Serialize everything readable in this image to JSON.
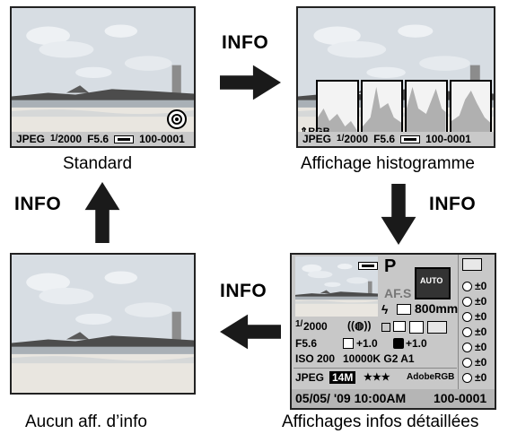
{
  "labels": {
    "info_top": "INFO",
    "info_right": "INFO",
    "info_bottom": "INFO",
    "info_left": "INFO"
  },
  "captions": {
    "standard": "Standard",
    "histogram": "Affichage histogramme",
    "no_info": "Aucun aff. d’info",
    "detailed": "Affichages infos détaillées"
  },
  "standard_bar": {
    "format": "JPEG",
    "shutter_num": "1/",
    "shutter_den": "2000",
    "aperture": "F5.6",
    "file": "100-0001"
  },
  "histogram_bar": {
    "format": "JPEG",
    "shutter_num": "1/",
    "shutter_den": "2000",
    "aperture": "F5.6",
    "file": "100-0001"
  },
  "histogram_mode": "RGB",
  "detail": {
    "mode": "P",
    "af": "AF.S",
    "auto": "AUTO",
    "focal": "800mm",
    "shutter_num": "1/",
    "shutter_den": "2000",
    "aperture": "F5.6",
    "exp_comp": "+1.0",
    "flash_comp": "+1.0",
    "iso": "ISO 200",
    "wb": "10000K G2 A1",
    "format": "JPEG",
    "size": "14M",
    "quality": "★★★",
    "colorspace": "AdobeRGB",
    "datetime": "05/05/ '09 10:00AM",
    "file": "100-0001",
    "right_values": [
      "±0",
      "±0",
      "±0",
      "±0",
      "±0",
      "±0",
      "±0"
    ]
  },
  "colors": {
    "arrow": "#1a1a1a",
    "frame": "#222222",
    "statusbar": "#c9c9c9"
  }
}
